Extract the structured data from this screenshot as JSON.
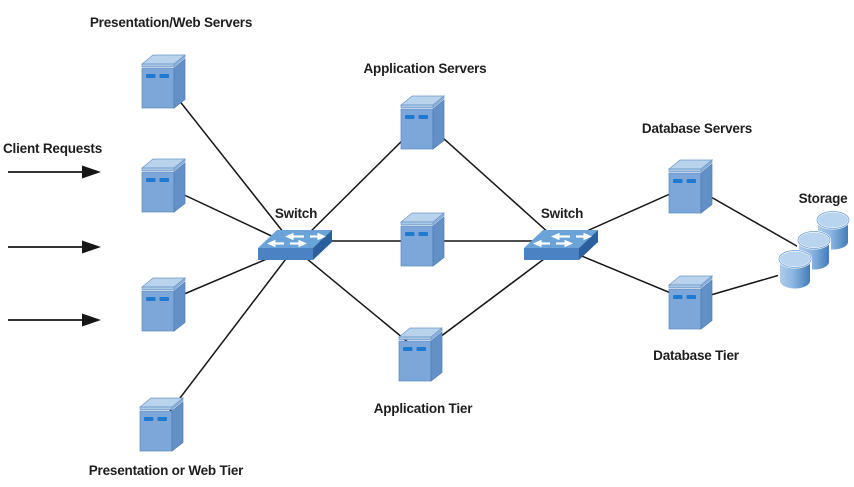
{
  "client": {
    "label": "Client Requests",
    "arrow_count": 3
  },
  "tiers": {
    "presentation": {
      "servers_label": "Presentation/Web Servers",
      "tier_label": "Presentation or Web Tier",
      "server_count": 4
    },
    "application": {
      "servers_label": "Application Servers",
      "tier_label": "Application Tier",
      "server_count": 3
    },
    "database": {
      "servers_label": "Database Servers",
      "tier_label": "Database Tier",
      "server_count": 2
    }
  },
  "switches": [
    {
      "label": "Switch"
    },
    {
      "label": "Switch"
    }
  ],
  "storage": {
    "label": "Storage",
    "disk_count": 3
  },
  "icons": {
    "server": "server-icon",
    "switch": "switch-icon",
    "disk": "storage-disk-icon",
    "client_arrow": "client-request-arrow-icon"
  },
  "colors": {
    "background": "#ffffff",
    "server_front": "#7da7d9",
    "server_side": "#6391c7",
    "server_lid": "#b9d3ec",
    "server_slot": "#1e79cf",
    "switch_top": "#6aa3d8",
    "switch_front": "#4a82c4",
    "switch_side": "#2b5f9e",
    "disk_light": "#b0cfec",
    "disk_dark": "#3e79b6",
    "connection_line": "#161616",
    "label_text": "#1e1e1e"
  }
}
